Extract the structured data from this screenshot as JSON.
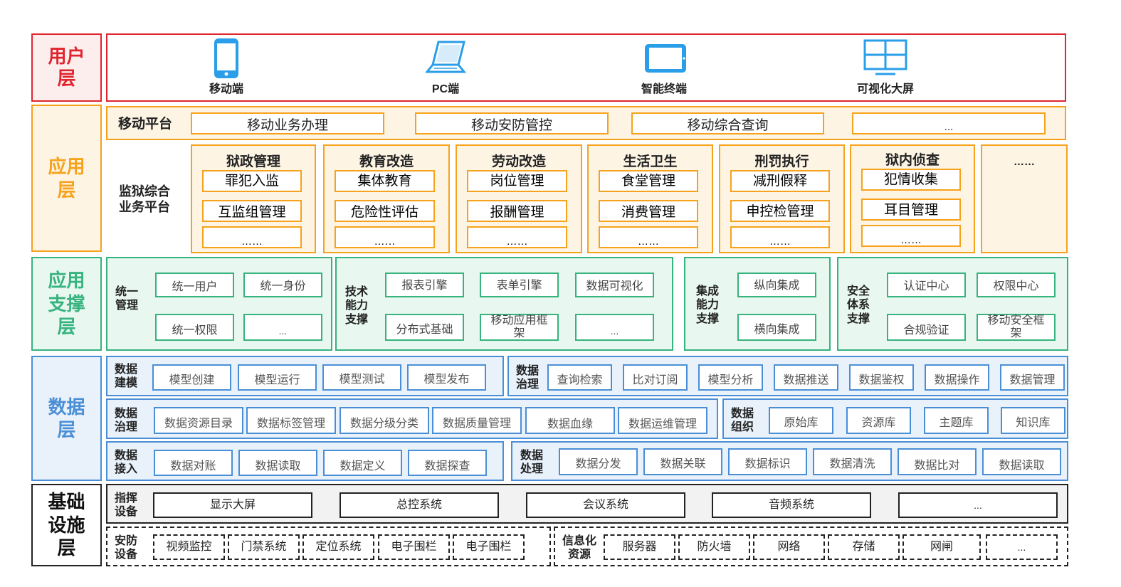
{
  "layers": {
    "user": "用户层",
    "app": "应用层",
    "support": "应用支撑层",
    "data": "数据层",
    "infra": "基础设施层"
  },
  "user_layer": {
    "devices": [
      "移动端",
      "PC端",
      "智能终端",
      "可视化大屏"
    ]
  },
  "app_layer": {
    "mobile_title": "移动平台",
    "mobile_items": [
      "移动业务办理",
      "移动安防管控",
      "移动综合查询",
      "..."
    ],
    "prison_title": "监狱综合业务平台",
    "modules": [
      {
        "title": "狱政管理",
        "items": [
          "罪犯入监",
          "互监组管理",
          "……"
        ]
      },
      {
        "title": "教育改造",
        "items": [
          "集体教育",
          "危险性评估",
          "……"
        ]
      },
      {
        "title": "劳动改造",
        "items": [
          "岗位管理",
          "报酬管理",
          "……"
        ]
      },
      {
        "title": "生活卫生",
        "items": [
          "食堂管理",
          "消费管理",
          "……"
        ]
      },
      {
        "title": "刑罚执行",
        "items": [
          "减刑假释",
          "申控检管理",
          "……"
        ]
      },
      {
        "title": "狱内侦查",
        "items": [
          "犯情收集",
          "耳目管理",
          "……"
        ]
      }
    ],
    "more": "……"
  },
  "support_layer": {
    "groups": [
      {
        "title": "统一管理",
        "items": [
          "统一用户",
          "统一身份",
          "统一权限",
          "..."
        ]
      },
      {
        "title": "技术能力支撑",
        "items": [
          "报表引擎",
          "表单引擎",
          "数据可视化",
          "分布式基础",
          "移动应用框架",
          "..."
        ]
      },
      {
        "title": "集成能力支撑",
        "items": [
          "纵向集成",
          "横向集成"
        ]
      },
      {
        "title": "安全体系支撑",
        "items": [
          "认证中心",
          "权限中心",
          "合规验证",
          "移动安全框架"
        ]
      }
    ]
  },
  "data_layer": {
    "rows": [
      {
        "left_title": "数据建模",
        "left_items": [
          "模型创建",
          "模型运行",
          "模型测试",
          "模型发布"
        ],
        "right_title": "数据治理",
        "right_items": [
          "查询检索",
          "比对订阅",
          "模型分析",
          "数据推送",
          "数据鉴权",
          "数据操作",
          "数据管理"
        ]
      },
      {
        "left_title": "数据治理",
        "left_items": [
          "数据资源目录",
          "数据标签管理",
          "数据分级分类",
          "数据质量管理",
          "数据血缘",
          "数据运维管理"
        ],
        "right_title": "数据组织",
        "right_items": [
          "原始库",
          "资源库",
          "主题库",
          "知识库"
        ]
      },
      {
        "left_title": "数据接入",
        "left_items": [
          "数据对账",
          "数据读取",
          "数据定义",
          "数据探查"
        ],
        "right_title": "数据处理",
        "right_items": [
          "数据分发",
          "数据关联",
          "数据标识",
          "数据清洗",
          "数据比对",
          "数据读取"
        ]
      }
    ]
  },
  "infra_layer": {
    "command_title": "指挥设备",
    "command_items": [
      "显示大屏",
      "总控系统",
      "会议系统",
      "音频系统",
      "..."
    ],
    "security_title": "安防设备",
    "security_items": [
      "视频监控",
      "门禁系统",
      "定位系统",
      "电子围栏",
      "电子围栏"
    ],
    "it_title": "信息化资源",
    "it_items": [
      "服务器",
      "防火墙",
      "网络",
      "存储",
      "网闸",
      "..."
    ]
  },
  "colors": {
    "user": "#e0242e",
    "app": "#f7a21b",
    "support": "#36b37e",
    "data": "#4a8fd6",
    "infra": "#222222",
    "icon": "#2a9ee8"
  }
}
